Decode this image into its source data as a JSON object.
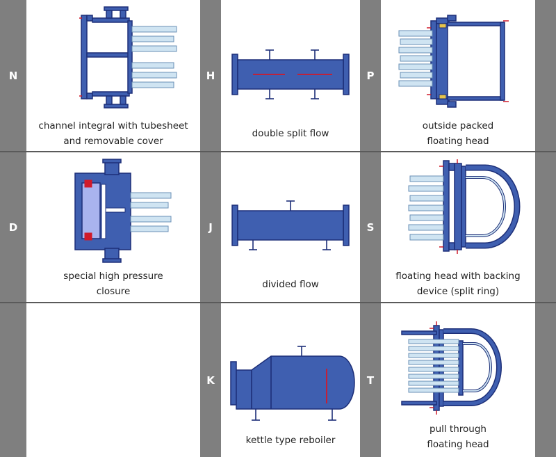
{
  "colors": {
    "metal": "#3f5fb0",
    "outline": "#1d2f78",
    "tube": "#cfe4f2",
    "tube_outline": "#6a8fb5",
    "red": "#d11a2a",
    "cover": "#a9b3ee",
    "side_column": "#7f7f7f",
    "gasket": "#e6c34a"
  },
  "rows": [
    {
      "cells": [
        {
          "letter": "N",
          "lines": [
            "channel integral with tubesheet",
            "and removable cover"
          ]
        },
        {
          "letter": "H",
          "lines": [
            "double split flow"
          ]
        },
        {
          "letter": "P",
          "lines": [
            "outside packed",
            "floating head"
          ]
        }
      ]
    },
    {
      "cells": [
        {
          "letter": "D",
          "lines": [
            "special high pressure",
            "closure"
          ]
        },
        {
          "letter": "J",
          "lines": [
            "divided flow"
          ]
        },
        {
          "letter": "S",
          "lines": [
            "floating head with backing",
            "device (split ring)"
          ]
        }
      ]
    },
    {
      "cells": [
        {
          "letter": "",
          "lines": []
        },
        {
          "letter": "K",
          "lines": [
            "kettle type reboiler"
          ]
        },
        {
          "letter": "T",
          "lines": [
            "pull through",
            "floating head"
          ]
        }
      ]
    }
  ]
}
